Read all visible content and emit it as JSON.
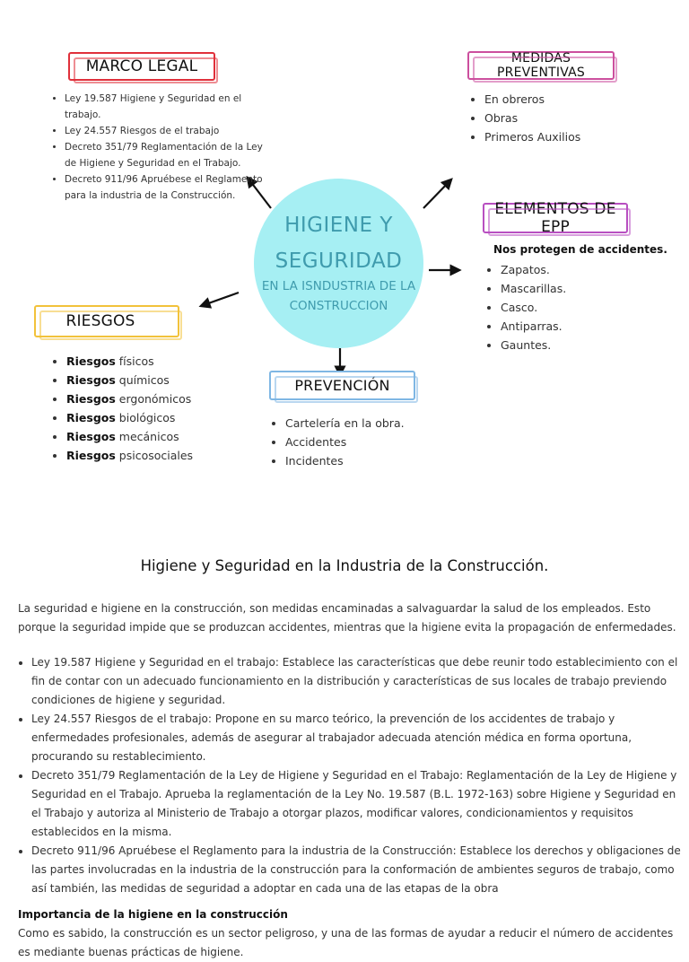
{
  "colors": {
    "marco_legal": "#e0303b",
    "medidas": "#cc4f9e",
    "epp": "#b84fc1",
    "riesgos": "#f2c23b",
    "prevencion": "#7fb7e4",
    "circle_fill": "#a6eff3",
    "circle_text": "#3f9bad"
  },
  "center": {
    "title_line1": "HIGIENE Y",
    "title_line2": "SEGURIDAD",
    "sub_line1": "EN LA ISNDUSTRIA DE LA",
    "sub_line2": "CONSTRUCCION"
  },
  "marco_legal": {
    "title": "MARCO LEGAL",
    "items": [
      "Ley 19.587 Higiene y Seguridad en el trabajo.",
      "Ley 24.557 Riesgos de el trabajo",
      "Decreto 351/79 Reglamentación de la Ley de Higiene y Seguridad en el Trabajo.",
      "Decreto 911/96 Apruébese el Reglamento para la industria de la Construcción."
    ]
  },
  "medidas": {
    "title": "MEDIDAS PREVENTIVAS",
    "items": [
      "En obreros",
      "Obras",
      "Primeros Auxilios"
    ]
  },
  "epp": {
    "title": "ELEMENTOS DE EPP",
    "subtitle": "Nos protegen de accidentes.",
    "items": [
      "Zapatos.",
      "Mascarillas.",
      "Casco.",
      "Antiparras.",
      "Gauntes."
    ]
  },
  "riesgos": {
    "title": "RIESGOS",
    "items": [
      {
        "bold": "Riesgos",
        "rest": " físicos"
      },
      {
        "bold": "Riesgos",
        "rest": " químicos"
      },
      {
        "bold": "Riesgos",
        "rest": " ergonómicos"
      },
      {
        "bold": "Riesgos",
        "rest": " biológicos"
      },
      {
        "bold": "Riesgos",
        "rest": " mecánicos"
      },
      {
        "bold": "Riesgos",
        "rest": " psicosociales"
      }
    ]
  },
  "prevencion": {
    "title": "PREVENCIÓN",
    "items": [
      "Cartelería en la obra.",
      "Accidentes",
      "Incidentes"
    ]
  },
  "document": {
    "heading": "Higiene y Seguridad en la Industria de la Construcción.",
    "intro": "La seguridad e higiene en la construcción, son medidas encaminadas a salvaguardar la salud de los empleados. Esto porque la seguridad impide que se produzcan accidentes, mientras que la higiene evita la propagación de enfermedades.",
    "bullets": [
      "Ley 19.587 Higiene y Seguridad en el trabajo: Establece las características que debe reunir todo establecimiento con el fin de contar con un adecuado funcionamiento en la distribución y características de sus locales de trabajo previendo condiciones de higiene y seguridad.",
      "Ley 24.557 Riesgos de el trabajo: Propone en su marco teórico, la prevención de los accidentes de trabajo y enfermedades profesionales, además de asegurar al trabajador adecuada atención médica en forma oportuna, procurando su restablecimiento.",
      "Decreto 351/79 Reglamentación de la Ley de Higiene y Seguridad en el Trabajo:  Reglamentación de la Ley de Higiene y Seguridad en el Trabajo. Aprueba la reglamentación de la Ley No. 19.587 (B.L. 1972-163) sobre Higiene y Seguridad en el Trabajo y autoriza al Ministerio de Trabajo a otorgar plazos, modificar valores, condicionamientos y requisitos establecidos en la misma.",
      "Decreto 911/96 Apruébese el Reglamento para la industria de la Construcción: Establece los derechos y obligaciones de las partes involucradas en la industria de la construcción para la conformación de ambientes seguros de trabajo, como así también, las medidas de seguridad a adoptar en cada una de las etapas de la obra"
    ],
    "subheading": "Importancia de la higiene en la construcción",
    "para2": "Como es sabido, la construcción es un sector peligroso, y una de las formas de ayudar a reducir el número de accidentes es mediante buenas prácticas de higiene."
  }
}
